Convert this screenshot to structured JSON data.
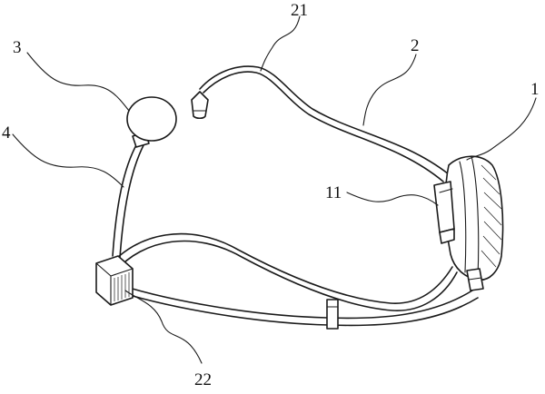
{
  "colors": {
    "ink": "#1a1a1a",
    "background": "#ffffff"
  },
  "labels": {
    "l1": "1",
    "l2": "2",
    "l3": "3",
    "l4": "4",
    "l11": "11",
    "l21": "21",
    "l22": "22"
  }
}
